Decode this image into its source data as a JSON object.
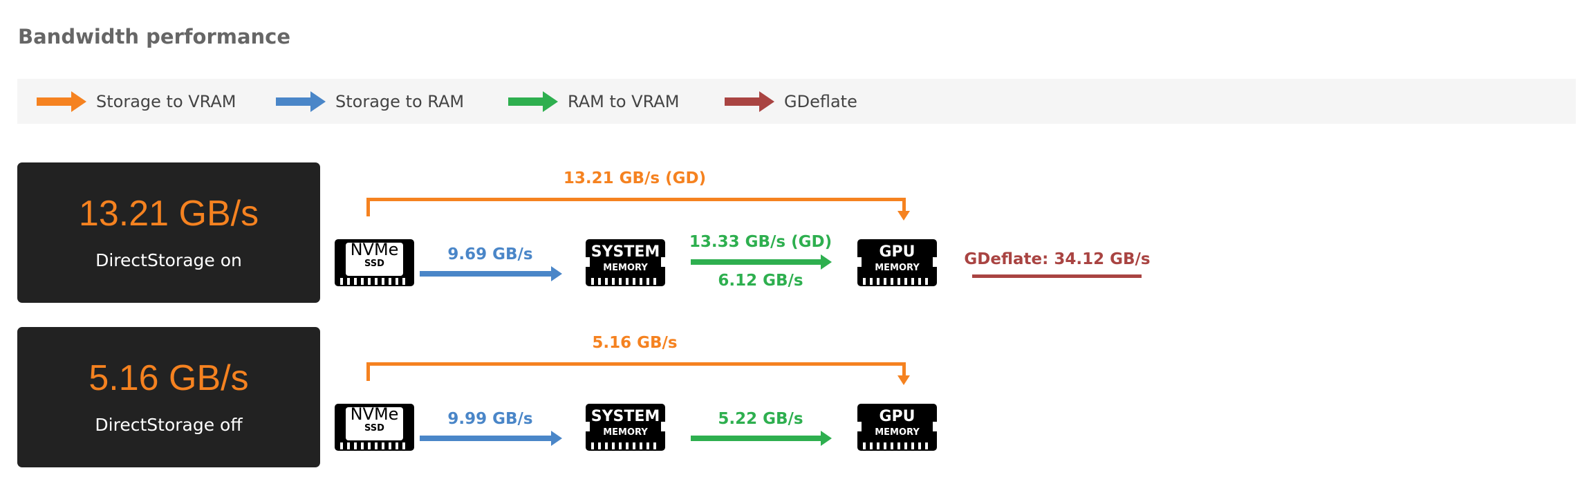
{
  "title": "Bandwidth performance",
  "colors": {
    "storage_to_vram": "#f58220",
    "storage_to_ram": "#4a86c8",
    "ram_to_vram": "#2eaf4f",
    "gdeflate": "#a94442"
  },
  "legend": [
    {
      "label": "Storage to VRAM"
    },
    {
      "label": "Storage to RAM"
    },
    {
      "label": "RAM to VRAM"
    },
    {
      "label": "GDeflate"
    }
  ],
  "chips": {
    "nvme": {
      "line1": "NVMe",
      "line2": "SSD"
    },
    "system": {
      "line1": "SYSTEM",
      "line2": "MEMORY"
    },
    "gpu": {
      "line1": "GPU",
      "line2": "MEMORY"
    }
  },
  "rows": [
    {
      "total": "13.21 GB/s",
      "mode": "DirectStorage on",
      "storage_to_vram": "13.21 GB/s (GD)",
      "storage_to_ram": "9.69 GB/s",
      "ram_to_vram_top": "13.33 GB/s (GD)",
      "ram_to_vram_bottom": "6.12 GB/s",
      "gdeflate": "GDeflate: 34.12 GB/s"
    },
    {
      "total": "5.16 GB/s",
      "mode": "DirectStorage off",
      "storage_to_vram": "5.16 GB/s",
      "storage_to_ram": "9.99 GB/s",
      "ram_to_vram": "5.22 GB/s"
    }
  ]
}
